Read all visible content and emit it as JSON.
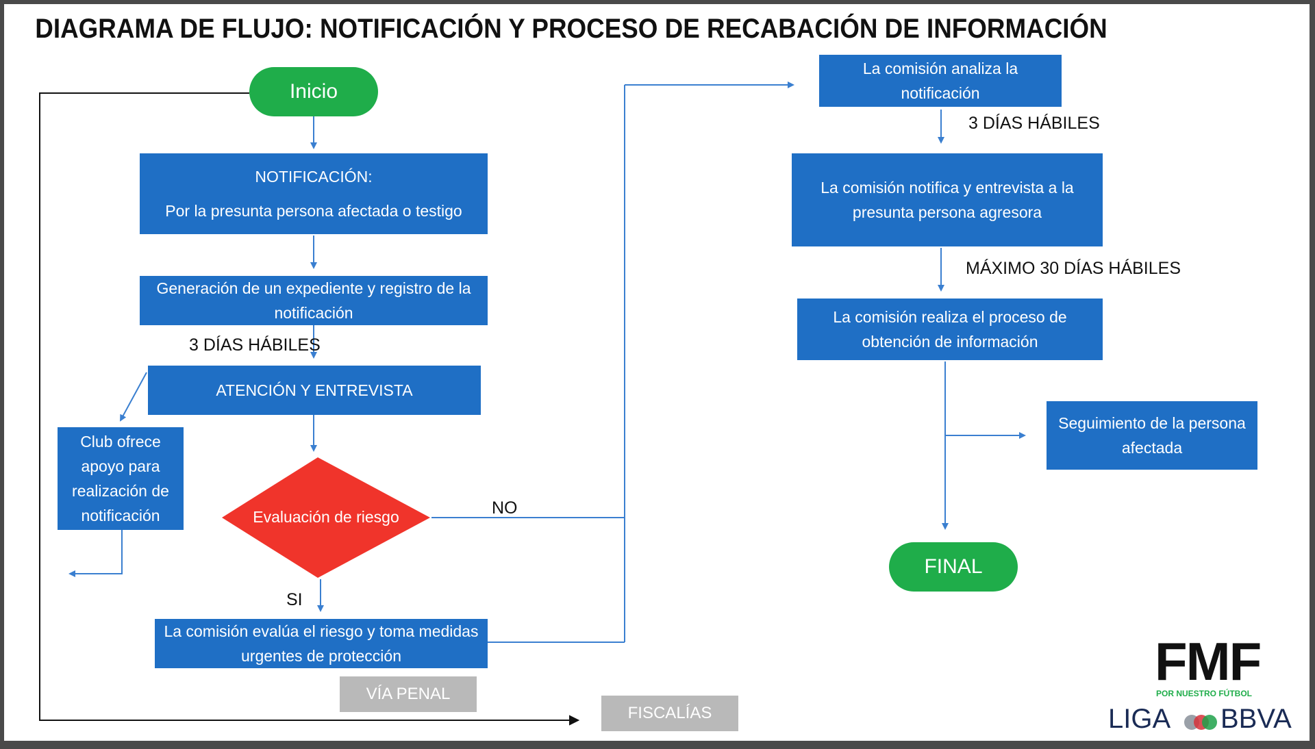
{
  "title": "DIAGRAMA DE FLUJO: NOTIFICACIÓN Y PROCESO DE RECABACIÓN DE INFORMACIÓN",
  "nodes": {
    "inicio": "Inicio",
    "notificacion_line1": "NOTIFICACIÓN:",
    "notificacion_line2": "Por la presunta persona afectada o  testigo",
    "expediente_line1": "Generación de un expediente y registro de la",
    "expediente_line2": "notificación",
    "atencion": "ATENCIÓN Y  ENTREVISTA",
    "club_line1": "Club ofrece",
    "club_line2": "apoyo para",
    "club_line3": "realización de",
    "club_line4": "notificación",
    "evaluacion": "Evaluación de riesgo",
    "comision_evalua_line1": "La comisión evalúa el riesgo y toma medidas",
    "comision_evalua_line2": "urgentes de protección",
    "via_penal": "VÍA PENAL",
    "fiscalias": "FISCALÍAS",
    "analiza_line1": "La comisión analiza la",
    "analiza_line2": "notificación",
    "notifica_line1": "La comisión notifica y entrevista a la",
    "notifica_line2": "presunta persona agresora",
    "realiza_line1": "La comisión realiza el proceso de",
    "realiza_line2": "obtención de información",
    "seguimiento_line1": "Seguimiento de la persona",
    "seguimiento_line2": "afectada",
    "final": "FINAL"
  },
  "labels": {
    "dias_left": "3 DÍAS HÁBILES",
    "dias_right": "3 DÍAS HÁBILES",
    "maximo": "MÁXIMO 30 DÍAS HÁBILES",
    "no": "NO",
    "si": "SI"
  },
  "logo": {
    "fmf": "FMF",
    "tagline": "POR NUESTRO FÚTBOL",
    "liga_left": "LIGA",
    "liga_right": "BBVA"
  },
  "colors": {
    "box_blue": "#1f6fc5",
    "pill_green": "#1fad4a",
    "diamond_red": "#f0342b",
    "gray_box": "#b9b9b9",
    "line_blue": "#3a7fd0"
  }
}
